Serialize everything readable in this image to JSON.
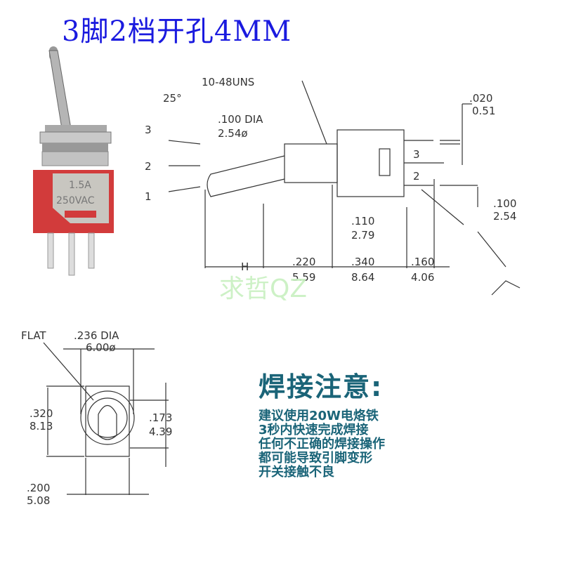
{
  "title": "3脚2档开孔4MM",
  "photo": {
    "rating_top": "1.5A",
    "rating_bottom": "250VAC"
  },
  "side_view": {
    "thread_label": "10-48UNS",
    "angle_label": "25°",
    "positions": [
      "3",
      "2",
      "1"
    ],
    "lever_dia": [
      ".100 DIA",
      "2.54ø"
    ],
    "pin_labels": [
      "3",
      "2"
    ],
    "pin_thickness": [
      ".020",
      "0.51"
    ],
    "pin_pitch": [
      ".100",
      "2.54"
    ],
    "pin_offset": [
      ".110",
      "2.79"
    ],
    "h_label": "H",
    "dims": [
      {
        "in": ".220",
        "mm": "5.59"
      },
      {
        "in": ".340",
        "mm": "8.64"
      },
      {
        "in": ".160",
        "mm": "4.06"
      }
    ]
  },
  "front_view": {
    "flat_label": "FLAT",
    "bushing_dia": [
      ".236 DIA",
      "6.00ø"
    ],
    "height": [
      ".320",
      "8.13"
    ],
    "lever_height": [
      ".173",
      "4.39"
    ],
    "width": [
      ".200",
      "5.08"
    ]
  },
  "watermark": "求哲QZ",
  "notes": {
    "heading": "焊接注意:",
    "lines": [
      "建议使用20W电烙铁",
      "3秒内快速完成焊接",
      "任何不正确的焊接操作",
      "都可能导致引脚变形",
      "开关接触不良"
    ]
  }
}
